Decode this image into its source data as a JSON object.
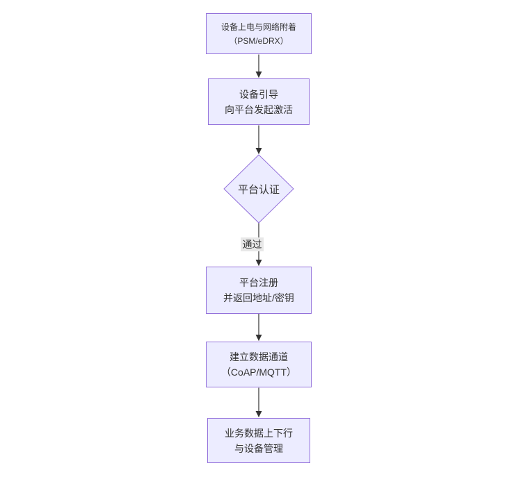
{
  "diagram": {
    "type": "flowchart",
    "direction": "top-down",
    "nodes": [
      {
        "id": "power-attach",
        "shape": "rect",
        "lines": [
          "设备上电与网络附着",
          "（PSM/eDRX）"
        ]
      },
      {
        "id": "bootstrap",
        "shape": "rect",
        "lines": [
          "设备引导",
          "向平台发起激活"
        ]
      },
      {
        "id": "platform-auth",
        "shape": "diamond",
        "lines": [
          "平台认证"
        ]
      },
      {
        "id": "platform-register",
        "shape": "rect",
        "lines": [
          "平台注册",
          "并返回地址/密钥"
        ]
      },
      {
        "id": "data-channel",
        "shape": "rect",
        "lines": [
          "建立数据通道",
          "（CoAP/MQTT）"
        ]
      },
      {
        "id": "business-data",
        "shape": "rect",
        "lines": [
          "业务数据上下行",
          "与设备管理"
        ]
      }
    ],
    "edges": [
      {
        "from": "power-attach",
        "to": "bootstrap",
        "label": ""
      },
      {
        "from": "bootstrap",
        "to": "platform-auth",
        "label": ""
      },
      {
        "from": "platform-auth",
        "to": "platform-register",
        "label": "通过"
      },
      {
        "from": "platform-register",
        "to": "data-channel",
        "label": ""
      },
      {
        "from": "data-channel",
        "to": "business-data",
        "label": ""
      }
    ],
    "pass_label": "通过",
    "colors": {
      "background": "#ffffff",
      "node_fill": "#ececff",
      "node_border": "#9370db",
      "arrow": "#333333",
      "text": "#333333",
      "edge_label_bg": "#e8e8e8"
    }
  }
}
